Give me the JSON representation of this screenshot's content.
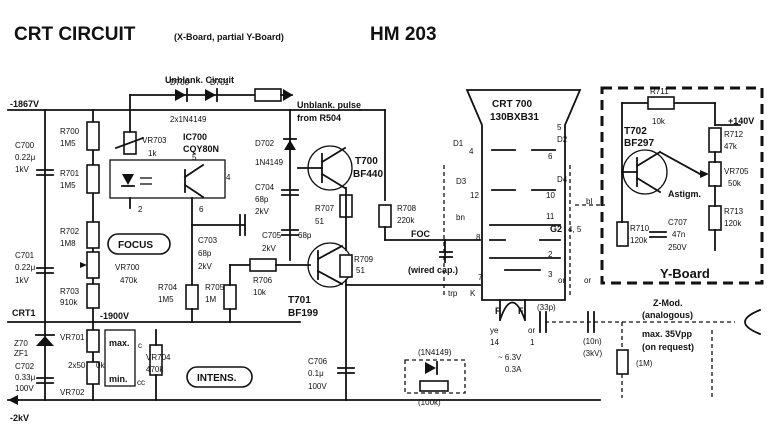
{
  "header": {
    "title": "CRT CIRCUIT",
    "subtitle": "(X-Board, partial Y-Board)",
    "model": "HM 203"
  },
  "rails": {
    "v_top": "-1867V",
    "v_bottom": "-2kV",
    "v_1900": "-1900V",
    "v_140": "+140V",
    "crt1": "CRT1"
  },
  "blocks": {
    "unblank_circuit": "Unblank. Circuit",
    "unblank_pulse_1": "Unblank. pulse",
    "unblank_pulse_2": "from R504",
    "focus": "FOCUS",
    "intens": "INTENS.",
    "y_board": "Y-Board",
    "zmod_1": "Z-Mod.",
    "zmod_2": "(analogous)",
    "zmod_3": "max. 35Vpp",
    "zmod_4": "(on request)",
    "wired_cap": "(wired cap.)",
    "foc": "FOC",
    "astigm": "Astigm."
  },
  "crt": {
    "name": "CRT 700",
    "type": "130BXB31",
    "pins": {
      "d1": "D1",
      "d2": "D2",
      "d3": "D3",
      "d4": "D4",
      "p4": "4",
      "p5": "5",
      "p6": "6",
      "p12": "12",
      "p10": "10",
      "p11": "11",
      "p8": "8",
      "p7": "7",
      "p3": "3",
      "p2": "2",
      "p14": "14",
      "p1": "1",
      "g2": "G2",
      "g2pins": "4, 5",
      "bn": "bn",
      "trp": "trp",
      "k": "K",
      "f1": "F",
      "f2": "F",
      "ye": "ye",
      "or1": "or",
      "or2": "or",
      "heater_v": "~ 6.3V",
      "heater_a": "0.3A",
      "bl": "bl",
      "or_pin": "or"
    }
  },
  "components": {
    "d700": "D700",
    "d701": "D701",
    "d700_type": "2x1N4149",
    "vr703": "VR703",
    "vr703_val": "1k",
    "ic700": "IC700",
    "ic700_type": "CQY80N",
    "ic_pin5": "5",
    "ic_pin4": "4",
    "ic_pin6": "6",
    "ic_pin2": "2",
    "d702": "D702",
    "d702_type": "1N4149",
    "c704": "C704",
    "c704_v1": "68p",
    "c704_v2": "2kV",
    "t700": "T700",
    "t700_type": "BF440",
    "r707": "R707",
    "r707_val": "51",
    "r708": "R708",
    "r708_val": "220k",
    "c703": "C703",
    "c703_v1": "68p",
    "c703_v2": "2kV",
    "c705": "C705",
    "c705_v1": "2kV",
    "c705_v2": "68p",
    "r709": "R709",
    "r709_val": "51",
    "r706": "R706",
    "r706_val": "10k",
    "t701": "T701",
    "t701_type": "BF199",
    "r704": "R704",
    "r704_val": "1M5",
    "r705": "R705",
    "r705_val": "1M",
    "r700": "R700",
    "r700_val": "1M5",
    "r701": "R701",
    "r701_val": "1M5",
    "c700": "C700",
    "c700_v1": "0.22μ",
    "c700_v2": "1kV",
    "r702": "R702",
    "r702_val": "1M8",
    "vr700": "VR700",
    "vr700_val": "470k",
    "c701": "C701",
    "c701_v1": "0.22μ",
    "c701_v2": "1kV",
    "r703": "R703",
    "r703_val": "910k",
    "vr701": "VR701",
    "vr702": "VR702",
    "vr70x_val": "2x50",
    "vr70x_ok": "0k",
    "max": "max.",
    "min": "min.",
    "c": "c",
    "cc": "cc",
    "vr704": "VR704",
    "vr704_val": "470k",
    "z70": "Z70",
    "zf1": "ZF1",
    "c702": "C702",
    "c702_v1": "0.33μ",
    "c702_v2": "100V",
    "c706": "C706",
    "c706_v1": "0.1μ",
    "c706_v2": "100V",
    "d_1n4149": "(1N4149)",
    "r_100k": "(100k)",
    "c_33p": "(33p)",
    "c_10n": "(10n)",
    "c_3kv": "(3kV)",
    "r_1m": "(1M)",
    "r711": "R711",
    "r711_val": "10k",
    "t702": "T702",
    "t702_type": "BF297",
    "r712": "R712",
    "r712_val": "47k",
    "vr705": "VR705",
    "vr705_val": "50k",
    "r710": "R710",
    "r710_val": "120k",
    "c707": "C707",
    "c707_v1": "47n",
    "c707_v2": "250V",
    "r713": "R713",
    "r713_val": "120k"
  }
}
